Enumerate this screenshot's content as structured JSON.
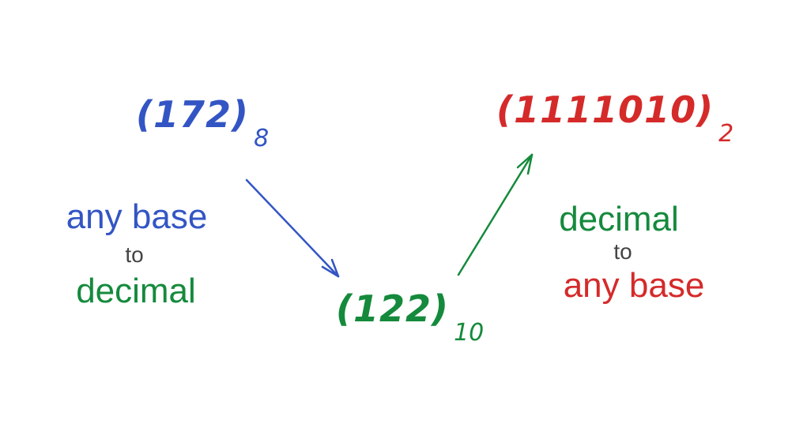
{
  "octal": {
    "value": "(172)",
    "base": "8"
  },
  "decimal_number": {
    "value": "(122)",
    "base": "10"
  },
  "binary": {
    "value": "(1111010)",
    "base": "2"
  },
  "left_caption": {
    "line1": "any base",
    "line2": "to",
    "line3": "decimal"
  },
  "right_caption": {
    "line1": "decimal",
    "line2": "to",
    "line3": "any base"
  },
  "colors": {
    "blue": "#3355c4",
    "green": "#158a3c",
    "red": "#d52a2a",
    "gray": "#444444"
  }
}
